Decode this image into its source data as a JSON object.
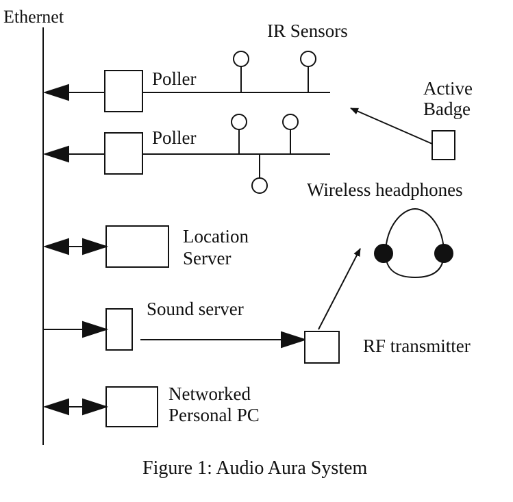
{
  "labels": {
    "ethernet": "Ethernet",
    "ir_sensors": "IR Sensors",
    "poller_1": "Poller",
    "poller_2": "Poller",
    "active_badge_line1": "Active",
    "active_badge_line2": "Badge",
    "wireless_headphones": "Wireless headphones",
    "location_server_line1": "Location",
    "location_server_line2": "Server",
    "sound_server": "Sound server",
    "rf_transmitter": "RF transmitter",
    "networked_pc_line1": "Networked",
    "networked_pc_line2": "Personal PC"
  },
  "caption": "Figure 1: Audio Aura System",
  "colors": {
    "ink": "#111111",
    "background": "#ffffff"
  }
}
